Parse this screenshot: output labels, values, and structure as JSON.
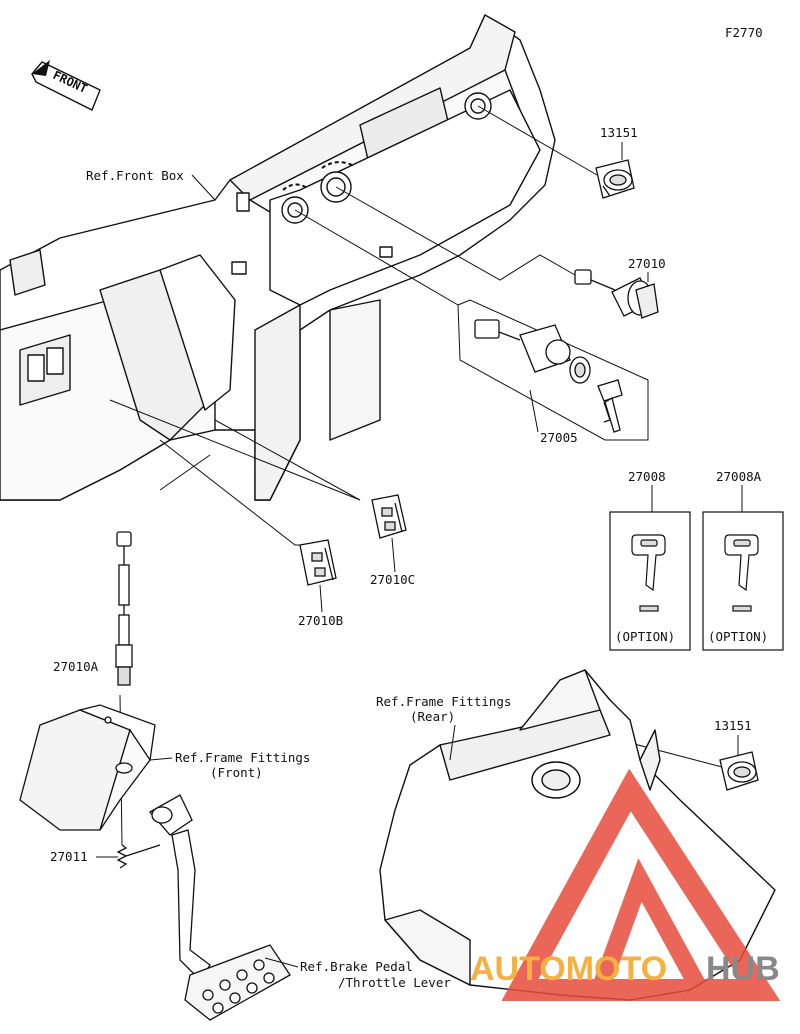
{
  "figure_code": "F2770",
  "front_arrow": "FRONT",
  "refs": {
    "front_box": "Ref.Front Box",
    "frame_front_1": "Ref.Frame Fittings",
    "frame_front_2": "(Front)",
    "frame_rear_1": "Ref.Frame Fittings",
    "frame_rear_2": "(Rear)",
    "brake_1": "Ref.Brake Pedal",
    "brake_2": "/Throttle Lever"
  },
  "parts": {
    "p13151_top": "13151",
    "p27010": "27010",
    "p27005": "27005",
    "p27008": "27008",
    "p27008A": "27008A",
    "p27010C": "27010C",
    "p27010B": "27010B",
    "p27010A": "27010A",
    "p27011": "27011",
    "p13151_bottom": "13151"
  },
  "option_label": "(OPTION)",
  "watermark": {
    "part1": "AUTOMOTO",
    "part2": "HUB",
    "color1": "#f5b041",
    "color2": "#888888",
    "logo_color": "#e74c3c"
  }
}
